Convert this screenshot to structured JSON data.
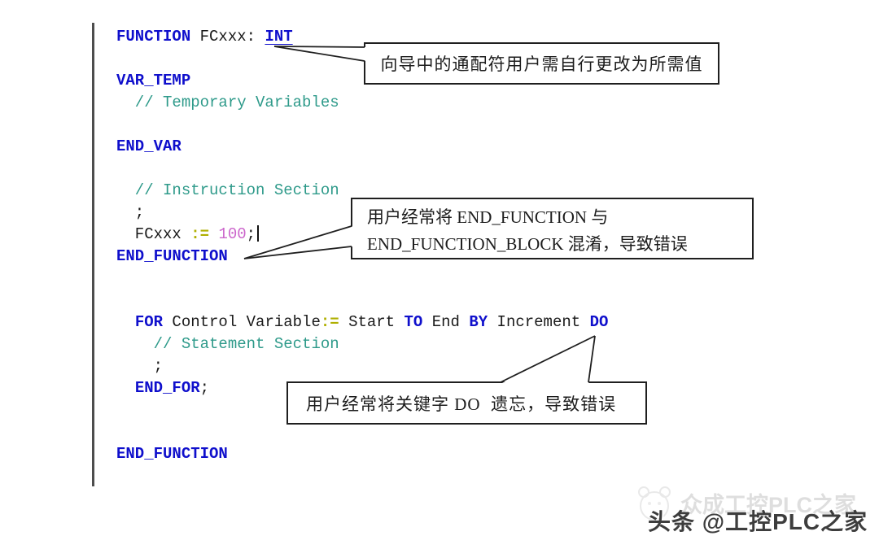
{
  "colors": {
    "keyword": "#0F0FCC",
    "plain": "#1a1a1a",
    "comment": "#2E9A8A",
    "operator": "#AFAF00",
    "number": "#CC66CC",
    "callout_line": "#1f1f1f"
  },
  "code": {
    "language": "S7-SCL",
    "lines": [
      {
        "segments": [
          {
            "t": "FUNCTION ",
            "s": "kw"
          },
          {
            "t": "FCxxx: ",
            "s": "plain"
          },
          {
            "t": "INT",
            "s": "kwu"
          }
        ]
      },
      {
        "segments": []
      },
      {
        "segments": [
          {
            "t": "VAR_TEMP",
            "s": "kw"
          }
        ]
      },
      {
        "segments": [
          {
            "t": "  // Temporary Variables",
            "s": "comment"
          }
        ]
      },
      {
        "segments": []
      },
      {
        "segments": [
          {
            "t": "END_VAR",
            "s": "kw"
          }
        ]
      },
      {
        "segments": []
      },
      {
        "segments": [
          {
            "t": "  // Instruction Section",
            "s": "comment"
          }
        ]
      },
      {
        "segments": [
          {
            "t": "  ;",
            "s": "plain"
          }
        ]
      },
      {
        "segments": [
          {
            "t": "  FCxxx ",
            "s": "plain"
          },
          {
            "t": ":= ",
            "s": "op"
          },
          {
            "t": "100",
            "s": "num"
          },
          {
            "t": ";",
            "s": "plain"
          },
          {
            "t": "",
            "s": "cursor"
          }
        ]
      },
      {
        "segments": [
          {
            "t": "END_FUNCTION",
            "s": "kw"
          }
        ]
      },
      {
        "segments": []
      },
      {
        "segments": []
      },
      {
        "segments": [
          {
            "t": "  ",
            "s": "plain"
          },
          {
            "t": "FOR ",
            "s": "kw"
          },
          {
            "t": "Control Variable",
            "s": "plain"
          },
          {
            "t": ":= ",
            "s": "op"
          },
          {
            "t": "Start ",
            "s": "plain"
          },
          {
            "t": "TO ",
            "s": "kw"
          },
          {
            "t": "End ",
            "s": "plain"
          },
          {
            "t": "BY ",
            "s": "kw"
          },
          {
            "t": "Increment ",
            "s": "plain"
          },
          {
            "t": "DO",
            "s": "kw"
          }
        ]
      },
      {
        "segments": [
          {
            "t": "    // Statement Section",
            "s": "comment"
          }
        ]
      },
      {
        "segments": [
          {
            "t": "    ;",
            "s": "plain"
          }
        ]
      },
      {
        "segments": [
          {
            "t": "  ",
            "s": "plain"
          },
          {
            "t": "END_FOR",
            "s": "kw"
          },
          {
            "t": ";",
            "s": "plain"
          }
        ]
      },
      {
        "segments": []
      },
      {
        "segments": []
      },
      {
        "segments": [
          {
            "t": "END_FUNCTION",
            "s": "kw"
          }
        ]
      }
    ]
  },
  "callouts": [
    {
      "points_to": "INT",
      "lines": [
        "向导中的通配符用户需自行更改为所需值"
      ]
    },
    {
      "points_to": "END_FUNCTION",
      "lines": [
        "用户经常将 END_FUNCTION 与",
        "END_FUNCTION_BLOCK 混淆，导致错误"
      ]
    },
    {
      "points_to": "DO",
      "lines": [
        "用户经常将关键字 DO  遗忘，导致错误"
      ]
    }
  ],
  "watermark": {
    "ghost": "众成工控PLC之家",
    "main": "头条 @工控PLC之家"
  }
}
